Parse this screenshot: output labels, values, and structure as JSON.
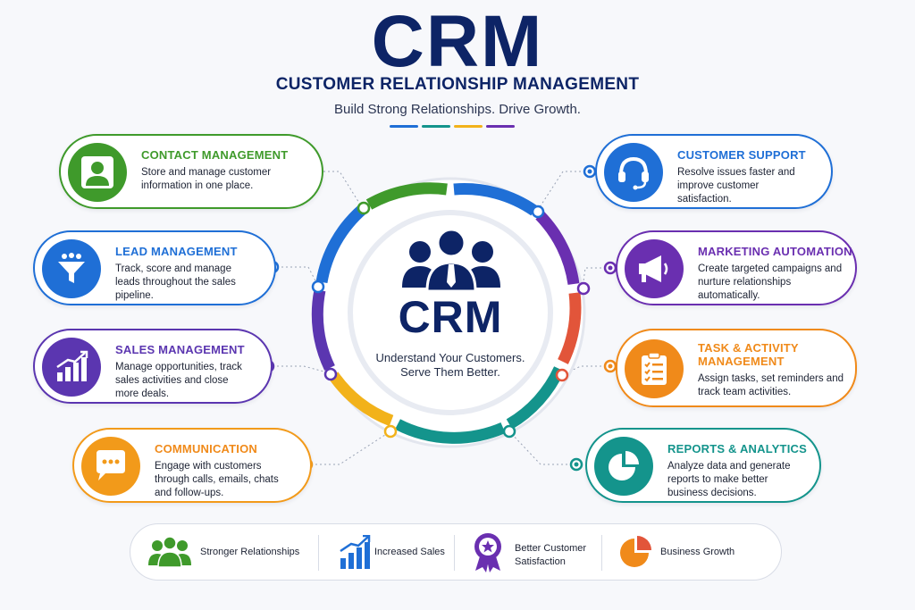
{
  "header": {
    "title": "CRM",
    "subtitle": "CUSTOMER RELATIONSHIP MANAGEMENT",
    "tagline": "Build Strong Relationships. Drive Growth."
  },
  "hub": {
    "title": "CRM",
    "tagline_line1": "Understand Your Customers.",
    "tagline_line2": "Serve Them Better."
  },
  "features": {
    "contact": {
      "title": "CONTACT MANAGEMENT",
      "description": "Store and manage customer information in one place.",
      "color": "#3f9a2b",
      "icon": "person-icon"
    },
    "lead": {
      "title": "LEAD MANAGEMENT",
      "description": "Track, score and manage leads throughout the sales pipeline.",
      "color": "#1f6fd6",
      "icon": "funnel-icon"
    },
    "sales": {
      "title": "SALES MANAGEMENT",
      "description": "Manage opportunities, track sales activities and close more deals.",
      "color": "#5b36b0",
      "icon": "growth-chart-icon"
    },
    "communication": {
      "title": "COMMUNICATION",
      "description": "Engage with customers through calls, emails, chats and follow-ups.",
      "color": "#f29a1a",
      "icon": "chat-bubble-icon"
    },
    "support": {
      "title": "CUSTOMER SUPPORT",
      "description": "Resolve issues faster and improve customer satisfaction.",
      "color": "#1f6fd6",
      "icon": "headset-icon"
    },
    "marketing": {
      "title": "MARKETING AUTOMATION",
      "description": "Create targeted campaigns and nurture relationships automatically.",
      "color": "#6a2fb0",
      "icon": "megaphone-icon"
    },
    "task": {
      "title": "TASK & ACTIVITY MANAGEMENT",
      "description": "Assign tasks, set reminders and track team activities.",
      "color": "#f08a1a",
      "icon": "clipboard-checklist-icon"
    },
    "reports": {
      "title": "REPORTS & ANALYTICS",
      "description": "Analyze data and generate reports to make better business decisions.",
      "color": "#14948c",
      "icon": "pie-chart-icon"
    }
  },
  "benefits": [
    {
      "label": "Stronger Relationships",
      "icon": "people-group-icon",
      "color": "#3f9a2b"
    },
    {
      "label": "Increased Sales",
      "icon": "bar-growth-icon",
      "color": "#1f6fd6"
    },
    {
      "label": "Better Customer Satisfaction",
      "icon": "award-badge-icon",
      "color": "#6a2fb0"
    },
    {
      "label": "Business Growth",
      "icon": "pie-chart-icon",
      "color": "#f08a1a"
    }
  ],
  "colors": {
    "navy": "#0d2466",
    "green": "#3f9a2b",
    "blue": "#1f6fd6",
    "purple": "#6a2fb0",
    "orange": "#f08a1a",
    "red": "#e2553a",
    "teal": "#14948c",
    "yellow": "#f2b21a"
  }
}
